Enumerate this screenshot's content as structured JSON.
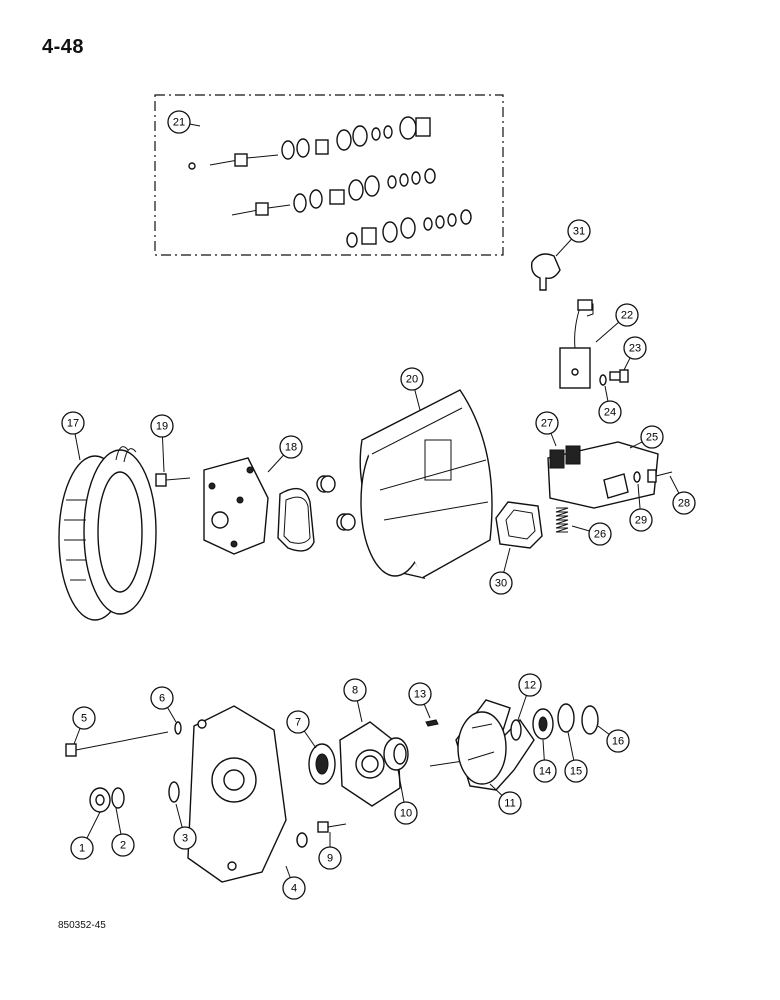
{
  "page_number": "4-48",
  "figure_code": "850352-45",
  "callouts": [
    "1",
    "2",
    "3",
    "4",
    "5",
    "6",
    "7",
    "8",
    "9",
    "10",
    "11",
    "12",
    "13",
    "14",
    "15",
    "16",
    "17",
    "18",
    "19",
    "20",
    "21",
    "22",
    "23",
    "24",
    "25",
    "26",
    "27",
    "28",
    "29",
    "30",
    "31"
  ]
}
